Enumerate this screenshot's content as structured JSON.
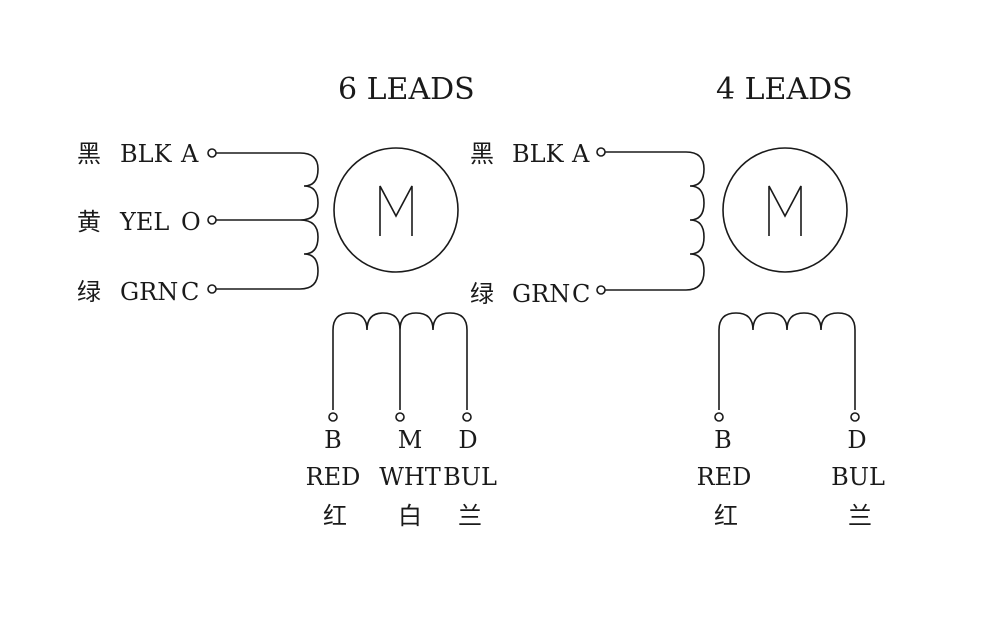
{
  "six_leads": {
    "title": "6 LEADS",
    "left": [
      {
        "cn": "黑",
        "en": "BLK",
        "letter": "A"
      },
      {
        "cn": "黄",
        "en": "YEL",
        "letter": "O"
      },
      {
        "cn": "绿",
        "en": "GRN",
        "letter": "C"
      }
    ],
    "bottom": [
      {
        "letter": "B",
        "en": "RED",
        "cn": "红"
      },
      {
        "letter": "M",
        "en": "WHT",
        "cn": "白"
      },
      {
        "letter": "D",
        "en": "BUL",
        "cn": "兰"
      }
    ],
    "motor": "M"
  },
  "four_leads": {
    "title": "4 LEADS",
    "left": [
      {
        "cn": "黑",
        "en": "BLK",
        "letter": "A"
      },
      {
        "cn": "绿",
        "en": "GRN",
        "letter": "C"
      }
    ],
    "bottom": [
      {
        "letter": "B",
        "en": "RED",
        "cn": "红"
      },
      {
        "letter": "D",
        "en": "BUL",
        "cn": "兰"
      }
    ],
    "motor": "M"
  }
}
